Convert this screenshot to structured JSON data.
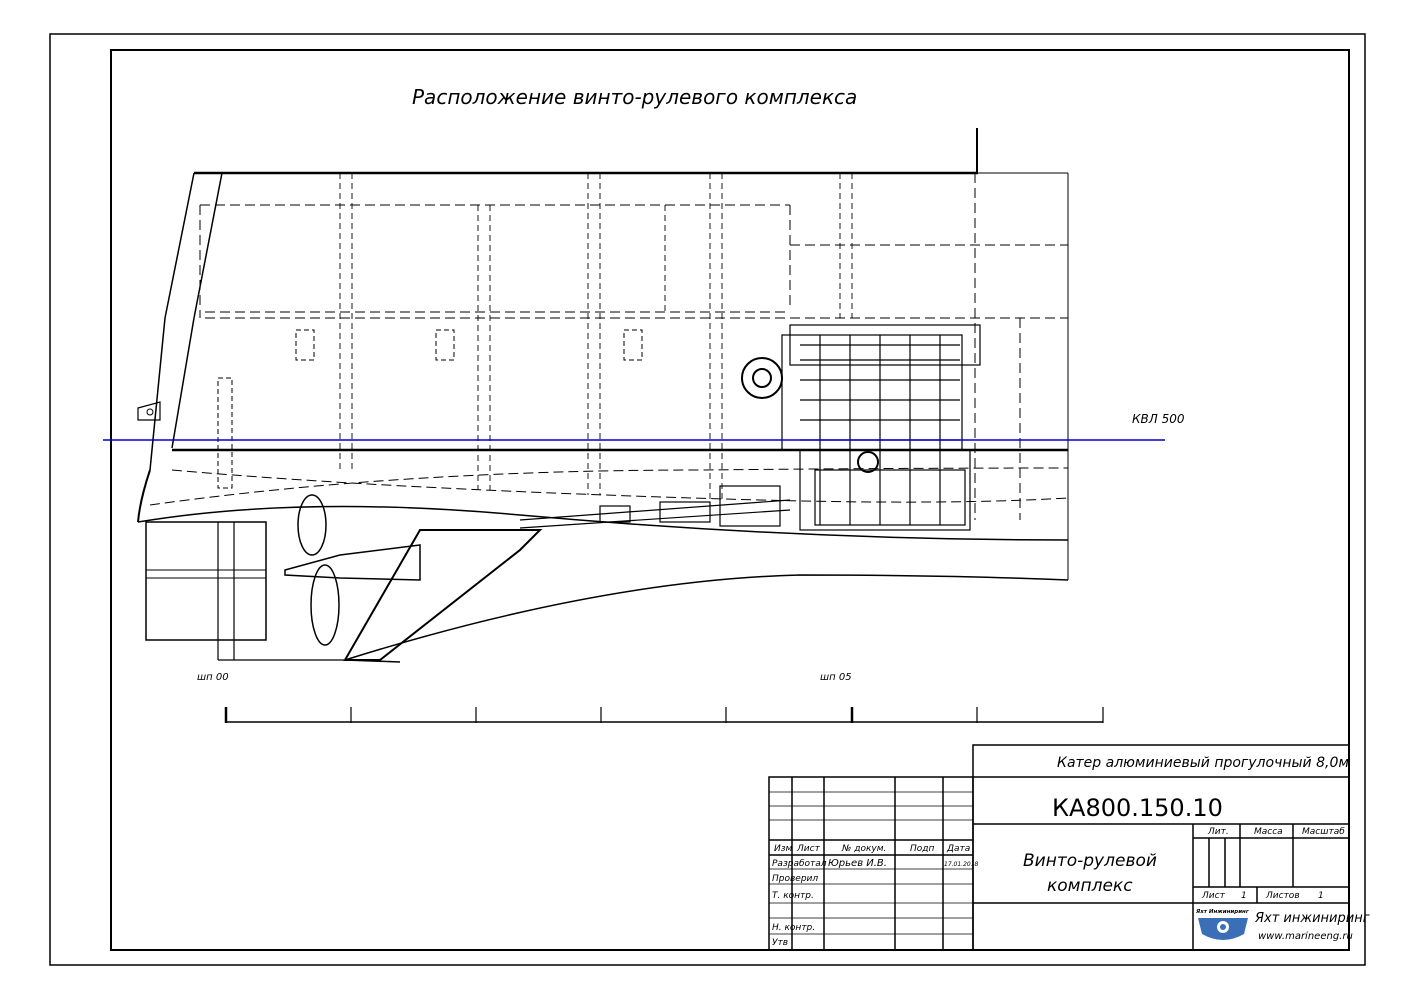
{
  "sheet": {
    "title": "Расположение винто-рулевого комплекса",
    "waterline_label": "КВЛ 500",
    "frame_labels": [
      "шп 00",
      "шп 05"
    ]
  },
  "title_block": {
    "project": "Катер алюминиевый прогулочный 8,0м",
    "designation": "КА800.150.10",
    "name_line1": "Винто-рулевой",
    "name_line2": "комплекс",
    "col_headers": [
      "Изм",
      "Лист",
      "№ докум.",
      "Подп",
      "Дата"
    ],
    "roles": [
      "Разработал",
      "Проверил",
      "Т. контр.",
      "",
      "Н. контр.",
      "Утв"
    ],
    "developer_name": "Юрьев И.В.",
    "developer_date": "17.01.2018",
    "lit_header": "Лит.",
    "mass_header": "Масса",
    "scale_header": "Масштаб",
    "sheet_label": "Лист",
    "sheet_value": "1",
    "sheets_label": "Листов",
    "sheets_value": "1",
    "company_logo_text": "Яхт Инжиниринг",
    "company_name": "Яхт инжиниринг",
    "company_site": "www.marineeng.ru"
  },
  "colors": {
    "line": "#000000",
    "waterline": "#0000cc",
    "logo": "#3a6fb7"
  }
}
